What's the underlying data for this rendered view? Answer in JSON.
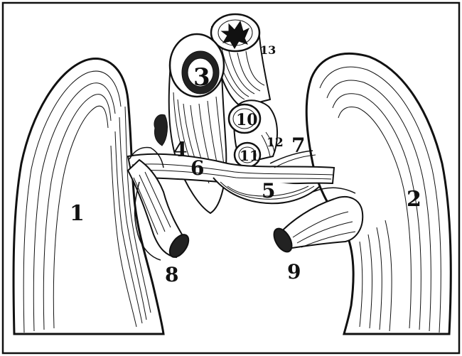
{
  "figure": {
    "labels": {
      "l1": "1",
      "l2": "2",
      "l3": "3",
      "l4": "4",
      "l5": "5",
      "l6": "6",
      "l7": "7",
      "l8": "8",
      "l9": "9",
      "l10": "10",
      "l11": "11",
      "l12": "12",
      "l13": "13"
    },
    "colors": {
      "ink": "#111111",
      "paper": "#ffffff"
    }
  }
}
